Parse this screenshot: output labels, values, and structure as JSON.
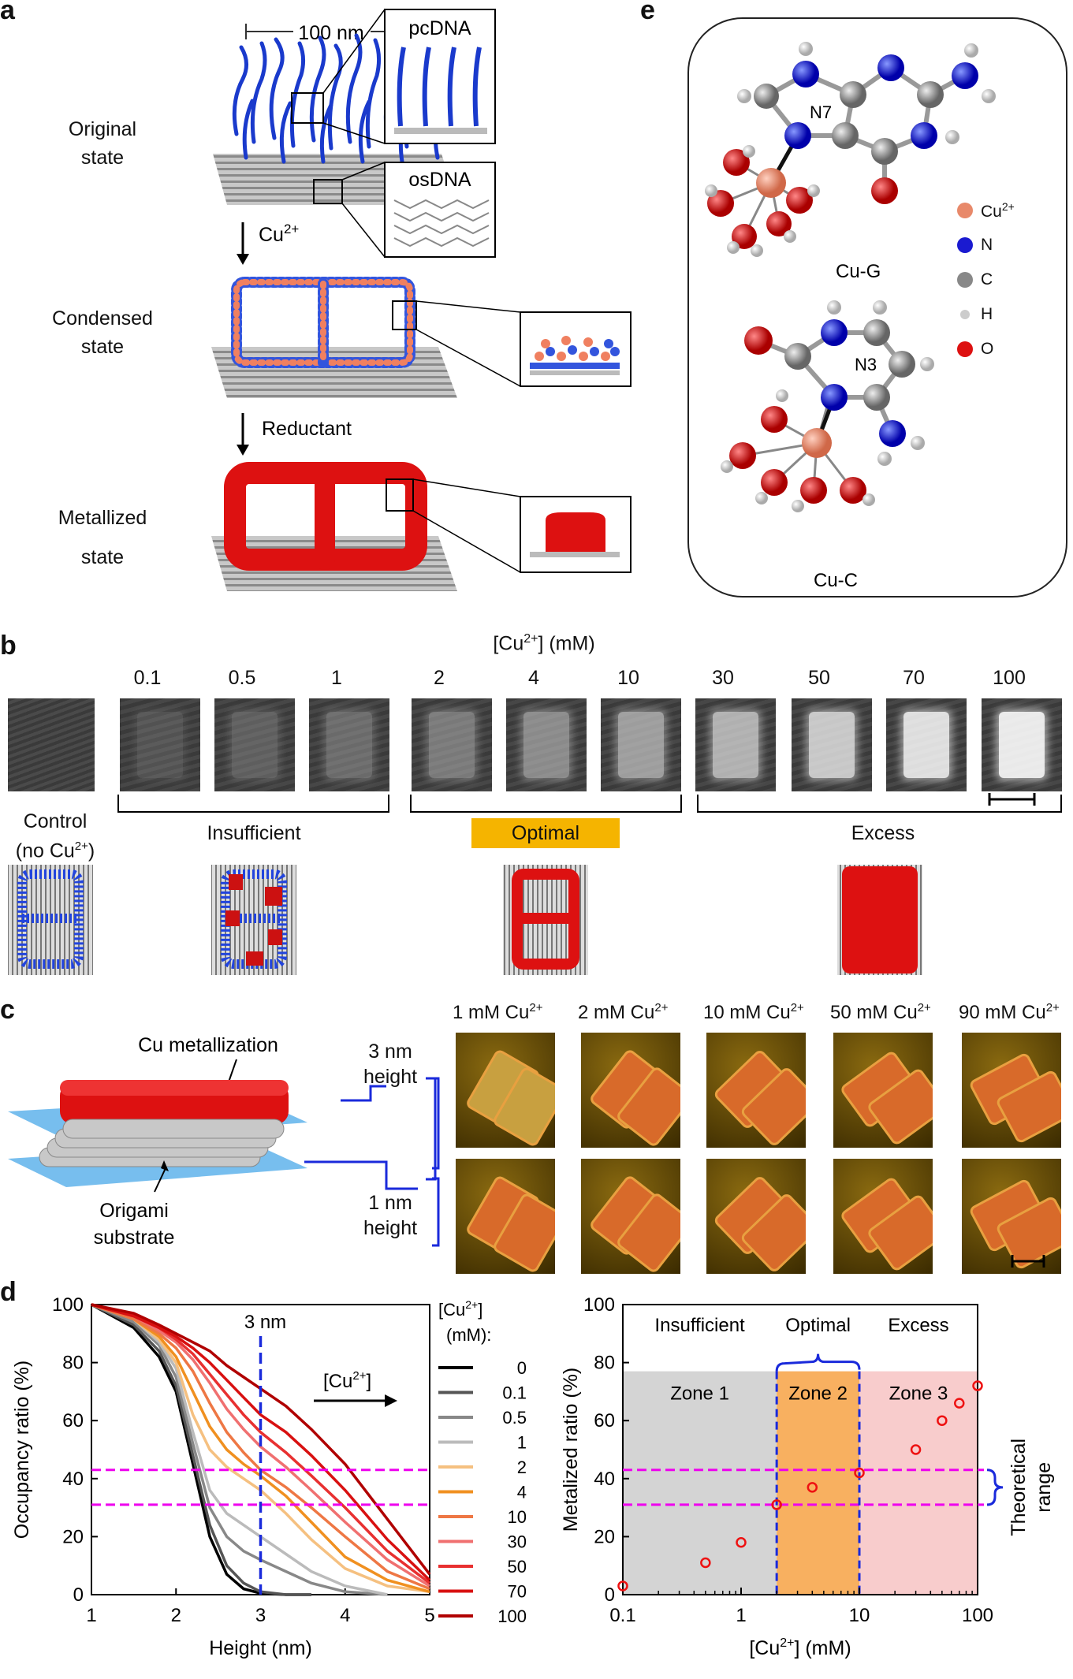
{
  "panels": {
    "a": "a",
    "b": "b",
    "c": "c",
    "d": "d",
    "e": "e"
  },
  "panel_a": {
    "scale_label": "100 nm",
    "states": [
      "Original\nstate",
      "Condensed\nstate",
      "Metallized\nstate"
    ],
    "state_lines": [
      [
        "Original",
        "state"
      ],
      [
        "Condensed",
        "state"
      ],
      [
        "Metallized",
        "state"
      ]
    ],
    "arrow1": "Cu",
    "arrow1_sup": "2+",
    "arrow2": "Reductant",
    "inset_pcdna": "pcDNA",
    "inset_osdna": "osDNA"
  },
  "panel_e": {
    "cug_label": "Cu-G",
    "cuc_label": "Cu-C",
    "n7": "N7",
    "n3": "N3",
    "legend": [
      {
        "label": "Cu",
        "sup": "2+",
        "color": "#e8896a"
      },
      {
        "label": "N",
        "sup": "",
        "color": "#1a1ad0"
      },
      {
        "label": "C",
        "sup": "",
        "color": "#888888"
      },
      {
        "label": "H",
        "sup": "",
        "color": "#dddddd"
      },
      {
        "label": "O",
        "sup": "",
        "color": "#dd1111"
      }
    ]
  },
  "panel_b": {
    "axis_title": "[Cu",
    "axis_sup": "2+",
    "axis_unit": "] (mM)",
    "concentrations": [
      "0.1",
      "0.5",
      "1",
      "2",
      "4",
      "10",
      "30",
      "50",
      "70",
      "100"
    ],
    "control_line1": "Control",
    "control_line2": "(no Cu",
    "control_sup": "2+",
    "control_end": ")",
    "groups": [
      "Insufficient",
      "Optimal",
      "Excess"
    ],
    "optimal_color": "#f5b400"
  },
  "panel_c": {
    "metallization": "Cu metallization",
    "substrate_line1": "Origami",
    "substrate_line2": "substrate",
    "height_top": [
      "3 nm",
      "height"
    ],
    "height_bottom": [
      "1 nm",
      "height"
    ],
    "columns": [
      {
        "conc": "1 mM Cu",
        "sup": "2+"
      },
      {
        "conc": "2 mM Cu",
        "sup": "2+"
      },
      {
        "conc": "10 mM Cu",
        "sup": "2+"
      },
      {
        "conc": "50 mM Cu",
        "sup": "2+"
      },
      {
        "conc": "90 mM Cu",
        "sup": "2+"
      }
    ]
  },
  "chart_data": [
    {
      "type": "line",
      "xlabel": "Height (nm)",
      "ylabel": "Occupancy ratio (%)",
      "xlim": [
        1,
        5
      ],
      "ylim": [
        0,
        100
      ],
      "xticks": [
        "1",
        "2",
        "3",
        "4",
        "5"
      ],
      "yticks": [
        "0",
        "20",
        "40",
        "60",
        "80",
        "100"
      ],
      "annotation_3nm": "3 nm",
      "arrow_label": "[Cu",
      "arrow_sup": "2+",
      "arrow_end": "]",
      "legend_title": [
        "[Cu",
        "2+",
        "]",
        "(mM):"
      ],
      "hlines": [
        43,
        31
      ],
      "vline": 3,
      "series": [
        {
          "name": "0",
          "color": "#000000",
          "x": [
            1,
            1.5,
            1.8,
            2.0,
            2.2,
            2.4,
            2.6,
            2.8,
            3.0,
            3.3,
            3.6
          ],
          "y": [
            100,
            92,
            82,
            70,
            45,
            20,
            7,
            2,
            0.5,
            0,
            0
          ]
        },
        {
          "name": "0.1",
          "color": "#555555",
          "x": [
            1,
            1.5,
            1.8,
            2.0,
            2.2,
            2.4,
            2.6,
            2.8,
            3.0,
            3.3,
            3.6
          ],
          "y": [
            100,
            93,
            84,
            72,
            48,
            24,
            10,
            4,
            1,
            0,
            0
          ]
        },
        {
          "name": "0.5",
          "color": "#888888",
          "x": [
            1,
            1.5,
            1.8,
            2.0,
            2.2,
            2.4,
            2.6,
            2.8,
            3.0,
            3.3,
            3.6,
            4.0,
            4.5
          ],
          "y": [
            100,
            94,
            86,
            75,
            52,
            30,
            20,
            15,
            12,
            8,
            4,
            1,
            0
          ]
        },
        {
          "name": "1",
          "color": "#bbbbbb",
          "x": [
            1,
            1.5,
            1.8,
            2.0,
            2.2,
            2.4,
            2.6,
            2.8,
            3.0,
            3.3,
            3.6,
            4.0,
            4.5
          ],
          "y": [
            100,
            95,
            87,
            78,
            56,
            36,
            28,
            24,
            20,
            14,
            8,
            3,
            0
          ]
        },
        {
          "name": "2",
          "color": "#f5c080",
          "x": [
            1,
            1.5,
            1.8,
            2.0,
            2.2,
            2.4,
            2.6,
            2.8,
            3.0,
            3.3,
            3.6,
            4.0,
            4.5,
            5.0
          ],
          "y": [
            100,
            95,
            88,
            80,
            62,
            50,
            44,
            40,
            36,
            28,
            19,
            9,
            3,
            1
          ]
        },
        {
          "name": "4",
          "color": "#f09020",
          "x": [
            1,
            1.5,
            1.8,
            2.0,
            2.2,
            2.4,
            2.6,
            2.8,
            3.0,
            3.3,
            3.6,
            4.0,
            4.5,
            5.0
          ],
          "y": [
            100,
            95,
            89,
            82,
            70,
            58,
            50,
            45,
            41,
            34,
            25,
            13,
            5,
            1
          ]
        },
        {
          "name": "10",
          "color": "#ee7744",
          "x": [
            1,
            1.5,
            1.8,
            2.0,
            2.2,
            2.4,
            2.6,
            2.8,
            3.0,
            3.3,
            3.6,
            4.0,
            4.5,
            5.0
          ],
          "y": [
            100,
            95,
            90,
            85,
            77,
            66,
            56,
            49,
            43,
            37,
            30,
            20,
            8,
            2
          ]
        },
        {
          "name": "30",
          "color": "#f07070",
          "x": [
            1,
            1.5,
            1.8,
            2.0,
            2.2,
            2.4,
            2.6,
            2.8,
            3.0,
            3.3,
            3.6,
            4.0,
            4.5,
            5.0
          ],
          "y": [
            100,
            96,
            91,
            87,
            81,
            73,
            64,
            57,
            51,
            44,
            36,
            25,
            12,
            3
          ]
        },
        {
          "name": "50",
          "color": "#e83030",
          "x": [
            1,
            1.5,
            1.8,
            2.0,
            2.2,
            2.4,
            2.6,
            2.8,
            3.0,
            3.3,
            3.6,
            4.0,
            4.5,
            5.0
          ],
          "y": [
            100,
            96,
            92,
            88,
            83,
            76,
            69,
            62,
            56,
            49,
            41,
            30,
            15,
            4
          ]
        },
        {
          "name": "70",
          "color": "#d81010",
          "x": [
            1,
            1.5,
            1.8,
            2.0,
            2.2,
            2.4,
            2.6,
            2.8,
            3.0,
            3.3,
            3.6,
            4.0,
            4.5,
            5.0
          ],
          "y": [
            100,
            96,
            92,
            89,
            85,
            80,
            74,
            68,
            62,
            56,
            48,
            36,
            19,
            5
          ]
        },
        {
          "name": "100",
          "color": "#b00000",
          "x": [
            1,
            1.5,
            1.8,
            2.0,
            2.2,
            2.4,
            2.6,
            2.8,
            3.0,
            3.3,
            3.6,
            4.0,
            4.5,
            5.0
          ],
          "y": [
            100,
            97,
            93,
            90,
            87,
            84,
            79,
            75,
            71,
            65,
            57,
            45,
            26,
            7
          ]
        }
      ]
    },
    {
      "type": "scatter",
      "xlabel": "[Cu",
      "xlabel_sup": "2+",
      "xlabel_end": "] (mM)",
      "ylabel": "Metalized ratio (%)",
      "xscale": "log",
      "xlim": [
        0.1,
        100
      ],
      "ylim": [
        0,
        100
      ],
      "xticks": [
        "0.1",
        "1",
        "10",
        "100"
      ],
      "yticks": [
        "0",
        "20",
        "40",
        "60",
        "80",
        "100"
      ],
      "regions": [
        "Insufficient",
        "Optimal",
        "Excess"
      ],
      "zones": [
        {
          "label": "Zone 1",
          "from": 0.1,
          "to": 2,
          "color": "#d4d4d4"
        },
        {
          "label": "Zone 2",
          "from": 2,
          "to": 10,
          "color": "#f8b060"
        },
        {
          "label": "Zone 3",
          "from": 10,
          "to": 100,
          "color": "#f8cccc"
        }
      ],
      "zone_top": 77,
      "hlines": [
        43,
        31
      ],
      "theoretical_label": [
        "Theoretical",
        "range"
      ],
      "x": [
        0.1,
        0.5,
        1,
        2,
        4,
        10,
        30,
        50,
        70,
        100
      ],
      "y": [
        3,
        11,
        18,
        31,
        37,
        42,
        50,
        60,
        66,
        72
      ]
    }
  ]
}
